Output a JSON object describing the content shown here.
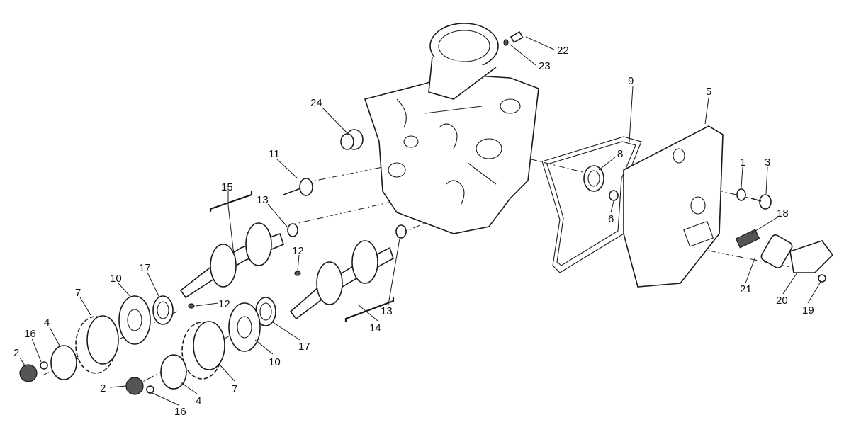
{
  "diagram": {
    "title": "Cylinder head timing system exploded view",
    "callouts": [
      "22",
      "23",
      "9",
      "5",
      "24",
      "11",
      "8",
      "15",
      "1",
      "3",
      "13",
      "6",
      "18",
      "12",
      "17",
      "10",
      "7",
      "12",
      "13",
      "14",
      "21",
      "20",
      "19",
      "4",
      "16",
      "17",
      "10",
      "2",
      "7",
      "2",
      "4",
      "16"
    ]
  }
}
